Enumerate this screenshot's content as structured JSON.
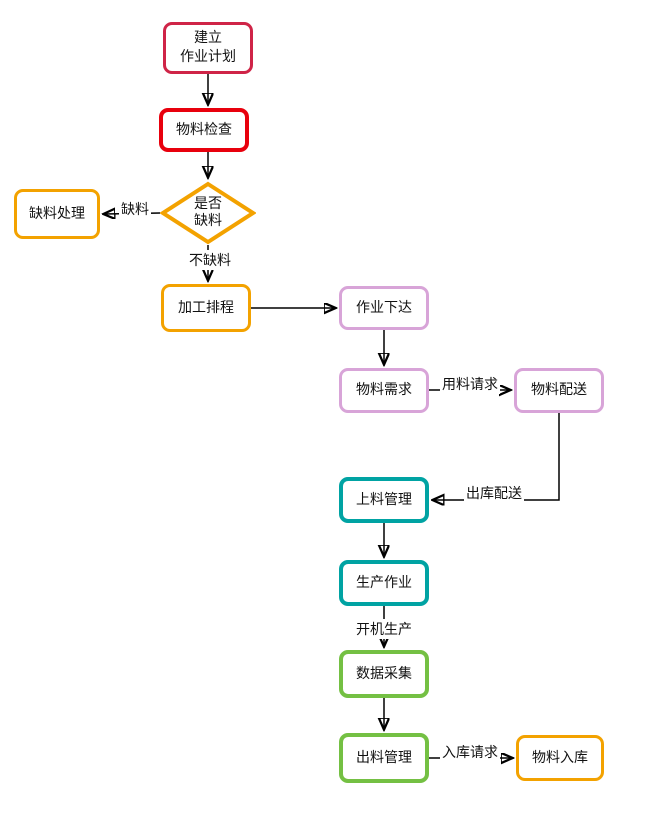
{
  "diagram": {
    "type": "flowchart",
    "language": "zh-CN",
    "background": "#ffffff",
    "palette": {
      "crimson": "#cf2447",
      "red": "#e8000d",
      "orange": "#f3a200",
      "pink": "#d8a4d8",
      "teal": "#00a3a3",
      "green": "#74c043",
      "arrow": "#000000",
      "text": "#111111"
    },
    "nodes": [
      {
        "id": "create-plan",
        "label": "建立\n作业计划",
        "shape": "rounded-rect",
        "color": "crimson"
      },
      {
        "id": "material-check",
        "label": "物料检查",
        "shape": "rounded-rect",
        "color": "red"
      },
      {
        "id": "shortage-decision",
        "label": "是否\n缺料",
        "shape": "diamond",
        "color": "orange"
      },
      {
        "id": "shortage-handling",
        "label": "缺料处理",
        "shape": "rounded-rect",
        "color": "orange"
      },
      {
        "id": "scheduling",
        "label": "加工排程",
        "shape": "rounded-rect",
        "color": "orange"
      },
      {
        "id": "work-release",
        "label": "作业下达",
        "shape": "rounded-rect",
        "color": "pink"
      },
      {
        "id": "material-demand",
        "label": "物料需求",
        "shape": "rounded-rect",
        "color": "pink"
      },
      {
        "id": "material-delivery",
        "label": "物料配送",
        "shape": "rounded-rect",
        "color": "pink"
      },
      {
        "id": "loading-management",
        "label": "上料管理",
        "shape": "rounded-rect",
        "color": "teal"
      },
      {
        "id": "production-operation",
        "label": "生产作业",
        "shape": "rounded-rect",
        "color": "teal"
      },
      {
        "id": "data-collection",
        "label": "数据采集",
        "shape": "rounded-rect",
        "color": "green"
      },
      {
        "id": "discharge-management",
        "label": "出料管理",
        "shape": "rounded-rect",
        "color": "green"
      },
      {
        "id": "material-warehousing",
        "label": "物料入库",
        "shape": "rounded-rect",
        "color": "orange"
      }
    ],
    "edges": [
      {
        "from": "create-plan",
        "to": "material-check",
        "label": ""
      },
      {
        "from": "material-check",
        "to": "shortage-decision",
        "label": ""
      },
      {
        "from": "shortage-decision",
        "to": "shortage-handling",
        "label": "缺料"
      },
      {
        "from": "shortage-decision",
        "to": "scheduling",
        "label": "不缺料"
      },
      {
        "from": "scheduling",
        "to": "work-release",
        "label": ""
      },
      {
        "from": "work-release",
        "to": "material-demand",
        "label": ""
      },
      {
        "from": "material-demand",
        "to": "material-delivery",
        "label": "用料请求"
      },
      {
        "from": "material-delivery",
        "to": "loading-management",
        "label": "出库配送"
      },
      {
        "from": "loading-management",
        "to": "production-operation",
        "label": ""
      },
      {
        "from": "production-operation",
        "to": "data-collection",
        "label": "开机生产"
      },
      {
        "from": "data-collection",
        "to": "discharge-management",
        "label": ""
      },
      {
        "from": "discharge-management",
        "to": "material-warehousing",
        "label": "入库请求"
      }
    ]
  }
}
